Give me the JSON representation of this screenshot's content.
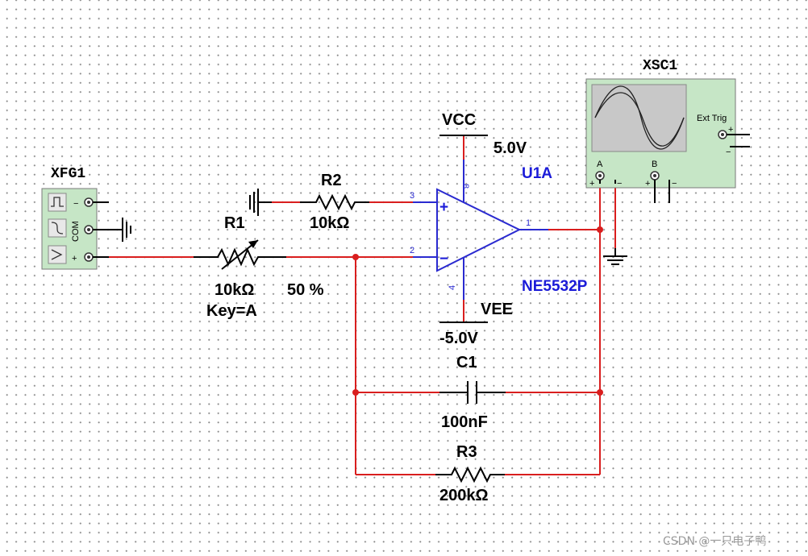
{
  "colors": {
    "wire": "#d91e1e",
    "component": "#000000",
    "opamp": "#2a2ad0",
    "instrument_fill": "#c6e6c6",
    "screen_fill": "#c8c8c8"
  },
  "function_generator": {
    "ref": "XFG1",
    "terminals": [
      "−",
      "COM",
      "+"
    ],
    "icons": [
      "square-wave-icon",
      "sine-wave-icon",
      "triangle-wave-icon"
    ]
  },
  "oscilloscope": {
    "ref": "XSC1",
    "channel_a": "A",
    "channel_b": "B",
    "ext_trig": "Ext Trig",
    "plus": "+",
    "minus": "−"
  },
  "r1": {
    "ref": "R1",
    "value": "10kΩ",
    "key": "Key=A",
    "setting": "50 %"
  },
  "r2": {
    "ref": "R2",
    "value": "10kΩ"
  },
  "r3": {
    "ref": "R3",
    "value": "200kΩ"
  },
  "c1": {
    "ref": "C1",
    "value": "100nF"
  },
  "opamp": {
    "ref": "U1A",
    "part": "NE5532P",
    "pin_noninv": "3",
    "pin_inv": "2",
    "pin_out": "1",
    "pin_vcc": "8",
    "pin_vee": "4",
    "plus_sign": "+",
    "minus_sign": "−"
  },
  "supply": {
    "vcc_label": "VCC",
    "vcc_value": "5.0V",
    "vee_label": "VEE",
    "vee_value": "-5.0V"
  },
  "watermark": "CSDN @一只电子鸭"
}
